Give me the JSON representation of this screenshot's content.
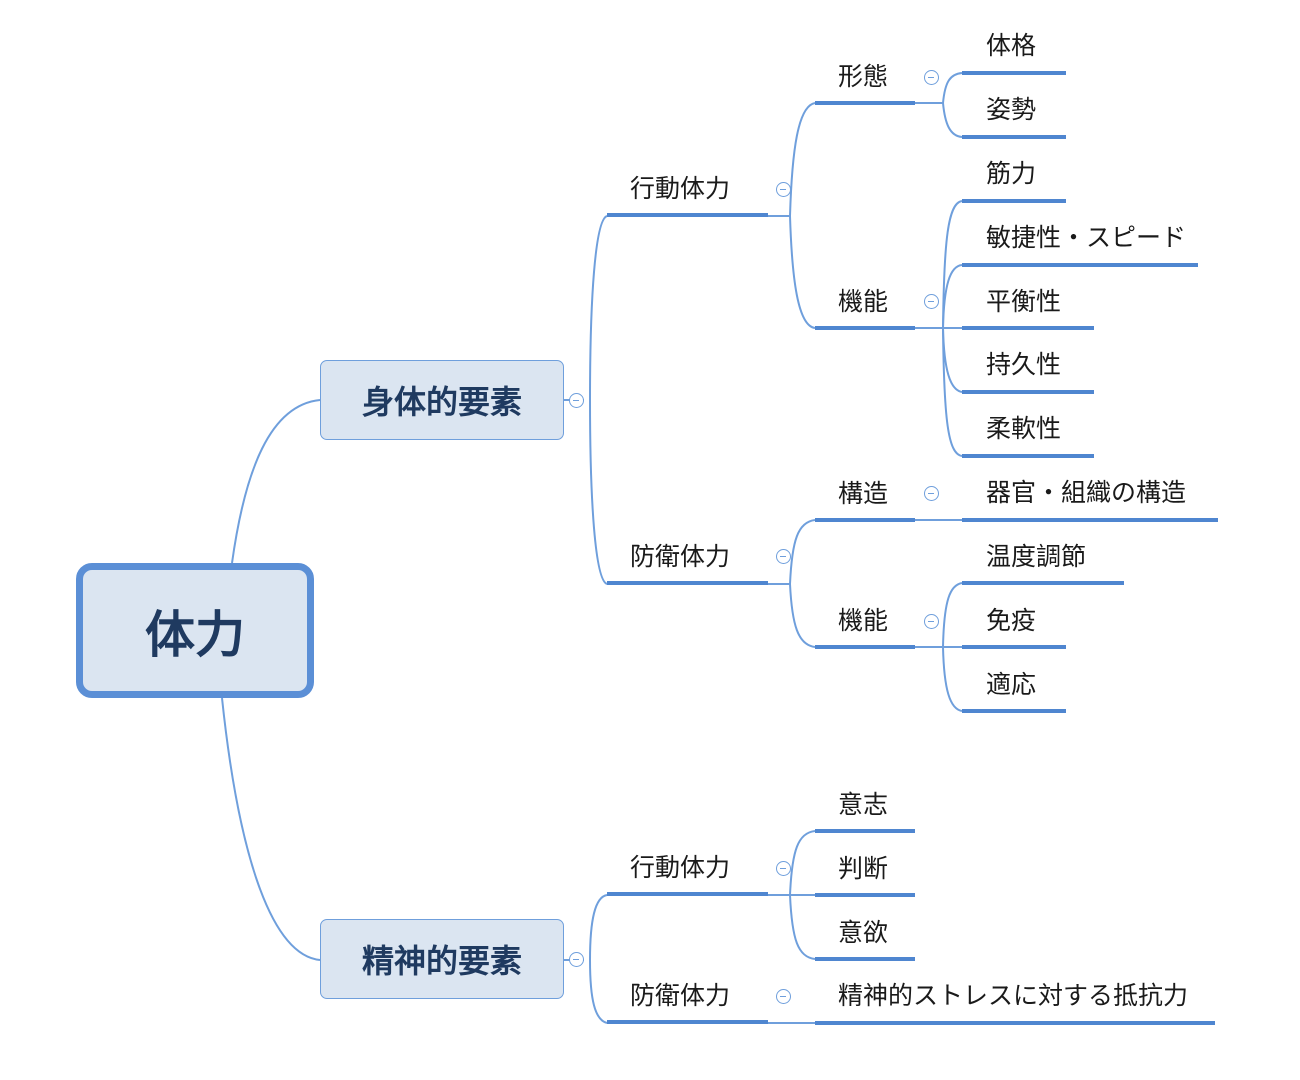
{
  "root": "体力",
  "physical": {
    "label": "身体的要素",
    "action": {
      "label": "行動体力",
      "form": {
        "label": "形態",
        "items": [
          "体格",
          "姿勢"
        ]
      },
      "function": {
        "label": "機能",
        "items": [
          "筋力",
          "敏捷性・スピード",
          "平衡性",
          "持久性",
          "柔軟性"
        ]
      }
    },
    "defense": {
      "label": "防衛体力",
      "structure": {
        "label": "構造",
        "items": [
          "器官・組織の構造"
        ]
      },
      "function": {
        "label": "機能",
        "items": [
          "温度調節",
          "免疫",
          "適応"
        ]
      }
    }
  },
  "mental": {
    "label": "精神的要素",
    "action": {
      "label": "行動体力",
      "items": [
        "意志",
        "判断",
        "意欲"
      ]
    },
    "defense": {
      "label": "防衛体力",
      "items": [
        "精神的ストレスに対する抵抗力"
      ]
    }
  },
  "colors": {
    "line": "#6f9fdc",
    "underline": "#4f86d0",
    "box_fill": "#dbe5f1",
    "box_text": "#1f3a60"
  }
}
